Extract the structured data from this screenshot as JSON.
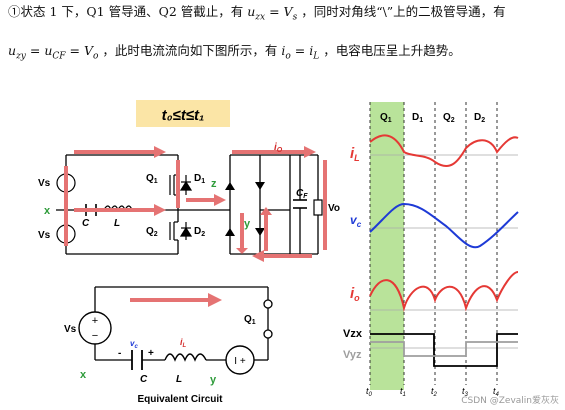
{
  "paragraph": {
    "l1_a": "①状态 1 下，Q1 管导通、Q2 管截止，有",
    "l1_b": "，同时对角线“\\”上的二极管导通，有",
    "eq1_lhs": "u",
    "eq1_lhs_sub": "zx",
    "eq1_rhs": "V",
    "eq1_rhs_sub": "s",
    "eq2_lhs": "u",
    "eq2_lhs_sub": "zy",
    "eq2_mid": "u",
    "eq2_mid_sub": "CF",
    "eq2_rhs": "V",
    "eq2_rhs_sub": "o",
    "l2_b": "，此时电流流向如下图所示，有",
    "eq3_lhs": "i",
    "eq3_lhs_sub": "o",
    "eq3_rhs": "i",
    "eq3_rhs_sub": "L",
    "l2_c": "，电容电压呈上升趋势。"
  },
  "interval_label": "t₀≤t≤t₁",
  "circuit": {
    "vs1": "Vs",
    "vs2": "Vs",
    "q1": "Q",
    "q1_sub": "1",
    "q2": "Q",
    "q2_sub": "2",
    "d1": "D",
    "d1_sub": "1",
    "d2": "D",
    "d2_sub": "2",
    "node_x": "x",
    "node_z": "z",
    "node_y": "y",
    "c": "C",
    "l": "L",
    "io": "i",
    "io_sub": "O",
    "cf": "C",
    "cf_sub": "F",
    "vo": "Vo"
  },
  "equivalent": {
    "title": "Equivalent Circuit",
    "vs": "Vs",
    "q1": "Q",
    "q1_sub": "1",
    "node_x": "x",
    "node_y": "y",
    "c": "C",
    "l": "L",
    "il": "i",
    "il_sub": "L",
    "vc": "v",
    "vc_sub": "c",
    "minus": "-",
    "plus": "+",
    "src_sign": "I +"
  },
  "waveform": {
    "intervals": [
      "Q",
      "D",
      "Q",
      "D"
    ],
    "interval_subs": [
      "1",
      "1",
      "2",
      "2"
    ],
    "il_label": "i",
    "il_sub": "L",
    "vc_label": "v",
    "vc_sub": "c",
    "io_label": "i",
    "io_sub": "o",
    "vzx_label": "Vzx",
    "vyz_label": "Vyz",
    "t_labels": [
      "t",
      "t",
      "t",
      "t",
      "t"
    ],
    "t_subs": [
      "0",
      "1",
      "2",
      "3",
      "4"
    ]
  },
  "credit": "CSDN @Zevalin爱灰灰"
}
